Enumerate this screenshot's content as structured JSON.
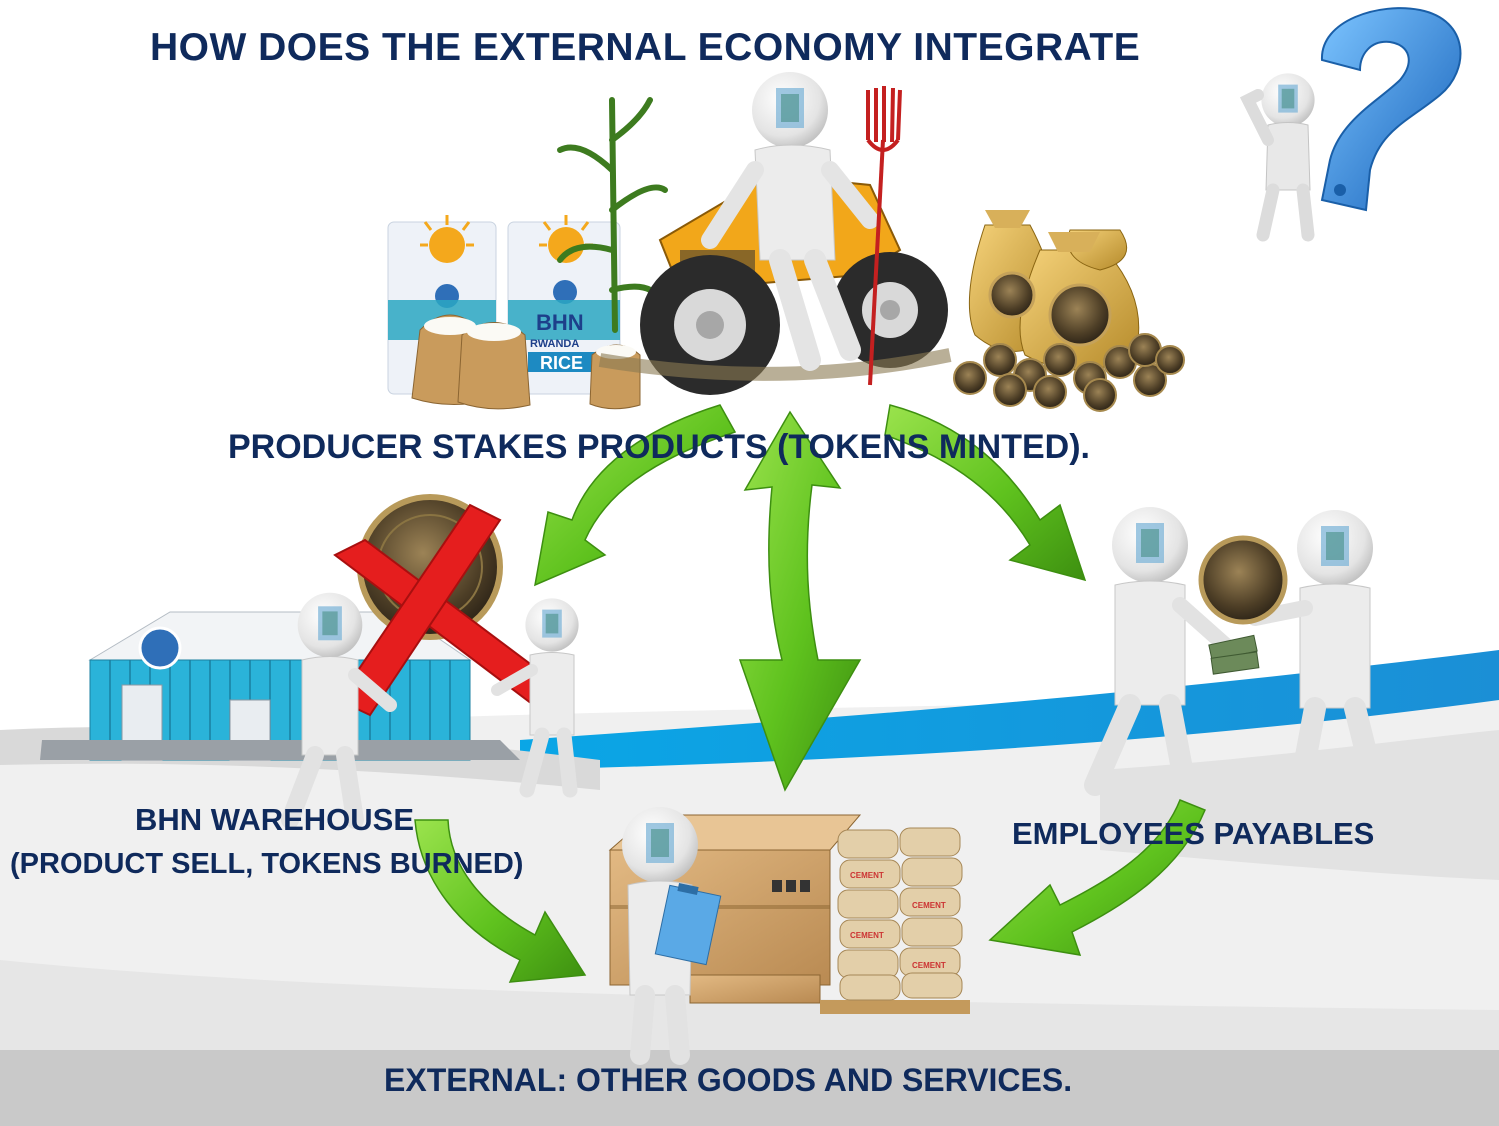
{
  "title": "HOW DOES THE EXTERNAL ECONOMY INTEGRATE",
  "nodes": {
    "producer": "PRODUCER STAKES PRODUCTS (TOKENS MINTED).",
    "warehouse_line1": "BHN WAREHOUSE",
    "warehouse_line2": "(PRODUCT SELL, TOKENS BURNED)",
    "employees": "EMPLOYEES PAYABLES",
    "external": "EXTERNAL: OTHER GOODS AND SERVICES."
  },
  "rice_bag": {
    "brand": "BHN",
    "country": "RWANDA",
    "product": "RICE"
  },
  "box_markings": "CEMENT",
  "icons": [
    "question-mark-icon",
    "rice-bag-icon",
    "tractor-icon",
    "pitchfork-icon",
    "coin-bag-icon",
    "coin-icon",
    "warehouse-icon",
    "red-x-icon",
    "handshake-icon",
    "clipboard-icon",
    "cardboard-box-icon",
    "cement-sack-icon",
    "green-arrow-icon"
  ],
  "colors": {
    "title_text": "#0f2a5c",
    "arrow_green": "#5fc21e",
    "arrow_dark": "#3d8f10",
    "wave_blue": "#08a3e0",
    "footer_band": "#c9c9c9",
    "red_x": "#e51e1e",
    "question_blue": "#2e8be0"
  }
}
